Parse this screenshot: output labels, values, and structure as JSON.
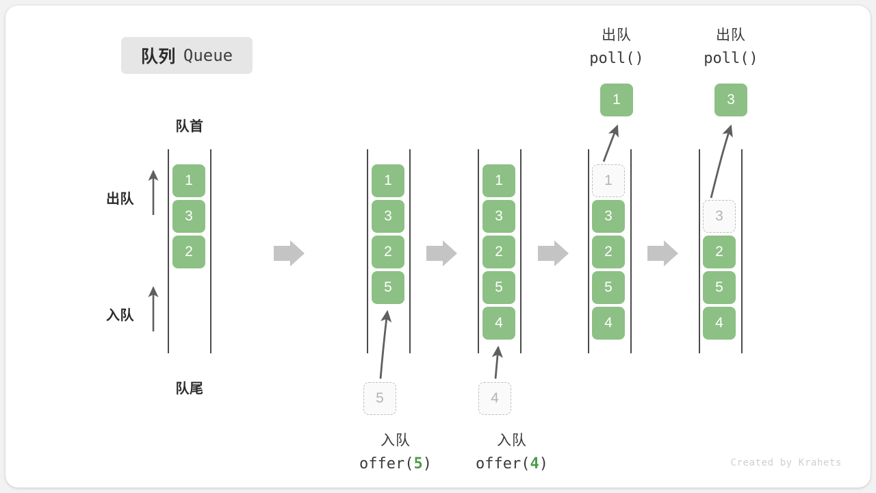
{
  "title": {
    "cn": "队列",
    "en": "Queue"
  },
  "labels": {
    "head": "队首",
    "tail": "队尾",
    "dequeue": "出队",
    "enqueue": "入队"
  },
  "colors": {
    "element": "#8cc084",
    "ghost_border": "#bdbdbd",
    "ghost_text": "#b4b4b4",
    "rail": "#4a4a4a",
    "arrow": "#5f5f5f",
    "connector": "#c4c4c4",
    "badge_bg": "#e6e6e6",
    "code_accent": "#4e9a4e",
    "watermark": "#cfcfcf"
  },
  "columns": [
    {
      "name": "initial",
      "cells": [
        {
          "value": "1",
          "state": "filled"
        },
        {
          "value": "3",
          "state": "filled"
        },
        {
          "value": "2",
          "state": "filled"
        }
      ]
    },
    {
      "name": "after-offer-5",
      "cells": [
        {
          "value": "1",
          "state": "filled"
        },
        {
          "value": "3",
          "state": "filled"
        },
        {
          "value": "2",
          "state": "filled"
        },
        {
          "value": "5",
          "state": "filled"
        }
      ],
      "incoming": {
        "value": "5",
        "state": "ghost"
      },
      "caption": {
        "cn": "入队",
        "code_prefix": "offer(",
        "code_num": "5",
        "code_suffix": ")"
      }
    },
    {
      "name": "after-offer-4",
      "cells": [
        {
          "value": "1",
          "state": "filled"
        },
        {
          "value": "3",
          "state": "filled"
        },
        {
          "value": "2",
          "state": "filled"
        },
        {
          "value": "5",
          "state": "filled"
        },
        {
          "value": "4",
          "state": "filled"
        }
      ],
      "incoming": {
        "value": "4",
        "state": "ghost"
      },
      "caption": {
        "cn": "入队",
        "code_prefix": "offer(",
        "code_num": "4",
        "code_suffix": ")"
      }
    },
    {
      "name": "after-poll-1",
      "cells": [
        {
          "value": "1",
          "state": "ghost"
        },
        {
          "value": "3",
          "state": "filled"
        },
        {
          "value": "2",
          "state": "filled"
        },
        {
          "value": "5",
          "state": "filled"
        },
        {
          "value": "4",
          "state": "filled"
        }
      ],
      "popped": {
        "value": "1"
      },
      "caption": {
        "cn": "出队",
        "code": "poll()"
      }
    },
    {
      "name": "after-poll-3",
      "cells": [
        {
          "value": "",
          "state": "empty"
        },
        {
          "value": "3",
          "state": "ghost"
        },
        {
          "value": "2",
          "state": "filled"
        },
        {
          "value": "5",
          "state": "filled"
        },
        {
          "value": "4",
          "state": "filled"
        }
      ],
      "popped": {
        "value": "3"
      },
      "caption": {
        "cn": "出队",
        "code": "poll()"
      }
    }
  ],
  "watermark": "Created by Krahets"
}
